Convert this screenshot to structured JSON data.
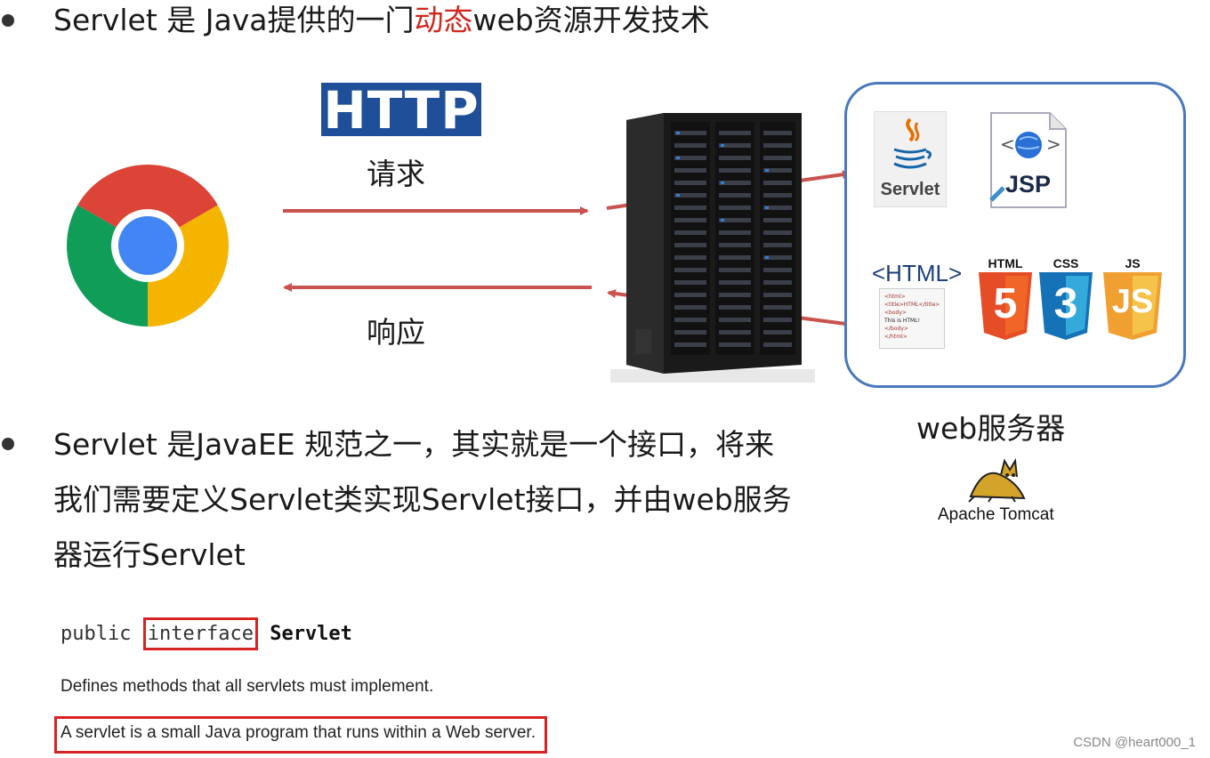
{
  "bullet1": {
    "pre": "Servlet 是 Java提供的一门",
    "highlight": "动态",
    "post": "web资源开发技术"
  },
  "http_badge": "HTTP",
  "request_label": "请求",
  "response_label": "响应",
  "web_box": {
    "servlet_label": "Servlet",
    "jsp_label": "JSP",
    "html_tag": "<HTML>",
    "html_doc_lines": [
      "<html>",
      "<title>HTML</title>",
      "<body>",
      "This is HTML!",
      "</body>",
      "</html>"
    ],
    "tech_labels": [
      "HTML",
      "CSS",
      "JS"
    ],
    "tech_digits": [
      "5",
      "3",
      "JS"
    ]
  },
  "web_server_label": "web服务器",
  "tomcat_label": "Apache Tomcat",
  "bullet2": {
    "lines": [
      "Servlet 是JavaEE 规范之一，其实就是一个接口，将来",
      "我们需要定义Servlet类实现Servlet接口，并由web服务",
      "器运行Servlet"
    ]
  },
  "javadoc": {
    "kw_public": "public",
    "kw_interface": "interface",
    "class_name": "Servlet",
    "desc1": "Defines methods that all servlets must implement.",
    "desc2": "A servlet is a small Java program that runs within a Web server."
  },
  "watermark": "CSDN @heart000_1",
  "colors": {
    "arrow": "#c9534f",
    "highlight": "#d0271d",
    "box_border": "#4a78bd",
    "http_bg": "#1f4f98",
    "html5": "#e44d26",
    "css3": "#2965f1",
    "js": "#f0a030"
  }
}
